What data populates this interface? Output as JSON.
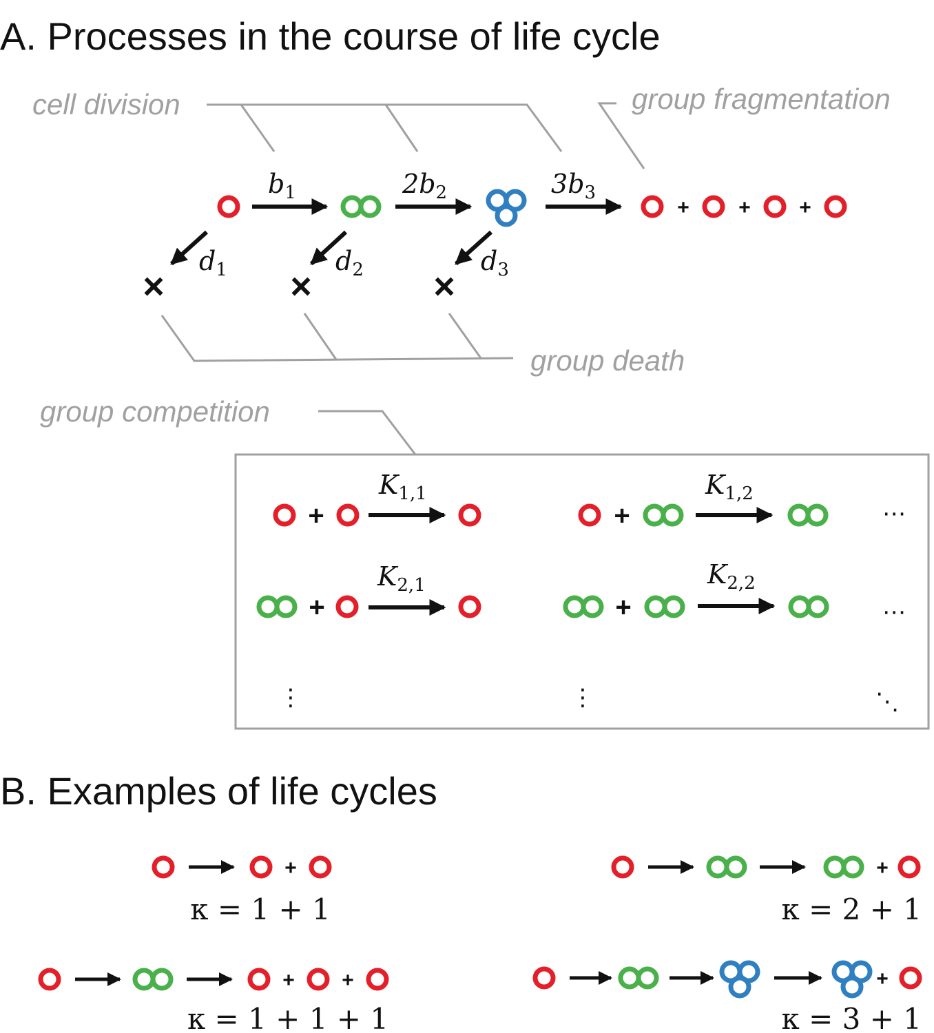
{
  "panel_a": {
    "title": "A. Processes in the course of life cycle",
    "labels": {
      "cell_division": "cell division",
      "group_fragmentation": "group fragmentation",
      "group_death": "group death",
      "group_competition": "group competition"
    },
    "division_rates": [
      {
        "coef": "",
        "sym": "b",
        "sub": "1"
      },
      {
        "coef": "2",
        "sym": "b",
        "sub": "2"
      },
      {
        "coef": "3",
        "sym": "b",
        "sub": "3"
      }
    ],
    "death_rates": [
      {
        "sym": "d",
        "sub": "1"
      },
      {
        "sym": "d",
        "sub": "2"
      },
      {
        "sym": "d",
        "sub": "3"
      }
    ],
    "death_mark": "×",
    "plus": "+",
    "competition_rates": [
      {
        "sym": "K",
        "sub": "1,1"
      },
      {
        "sym": "K",
        "sub": "1,2"
      },
      {
        "sym": "K",
        "sub": "2,1"
      },
      {
        "sym": "K",
        "sub": "2,2"
      }
    ],
    "ellipsis": {
      "h": "⋯",
      "v": "⋮",
      "d": "⋱"
    }
  },
  "panel_b": {
    "title": "B. Examples of life cycles",
    "examples": [
      {
        "kappa": "κ = 1 + 1"
      },
      {
        "kappa": "κ = 2 + 1"
      },
      {
        "kappa": "κ = 1 + 1 + 1"
      },
      {
        "kappa": "κ = 3 + 1"
      }
    ]
  },
  "colors": {
    "size1": "#e3202a",
    "size2": "#4ab04a",
    "size3": "#2f7fc1",
    "leader": "#a0a0a0",
    "box": "#a0a0a0",
    "ink": "#111111"
  }
}
